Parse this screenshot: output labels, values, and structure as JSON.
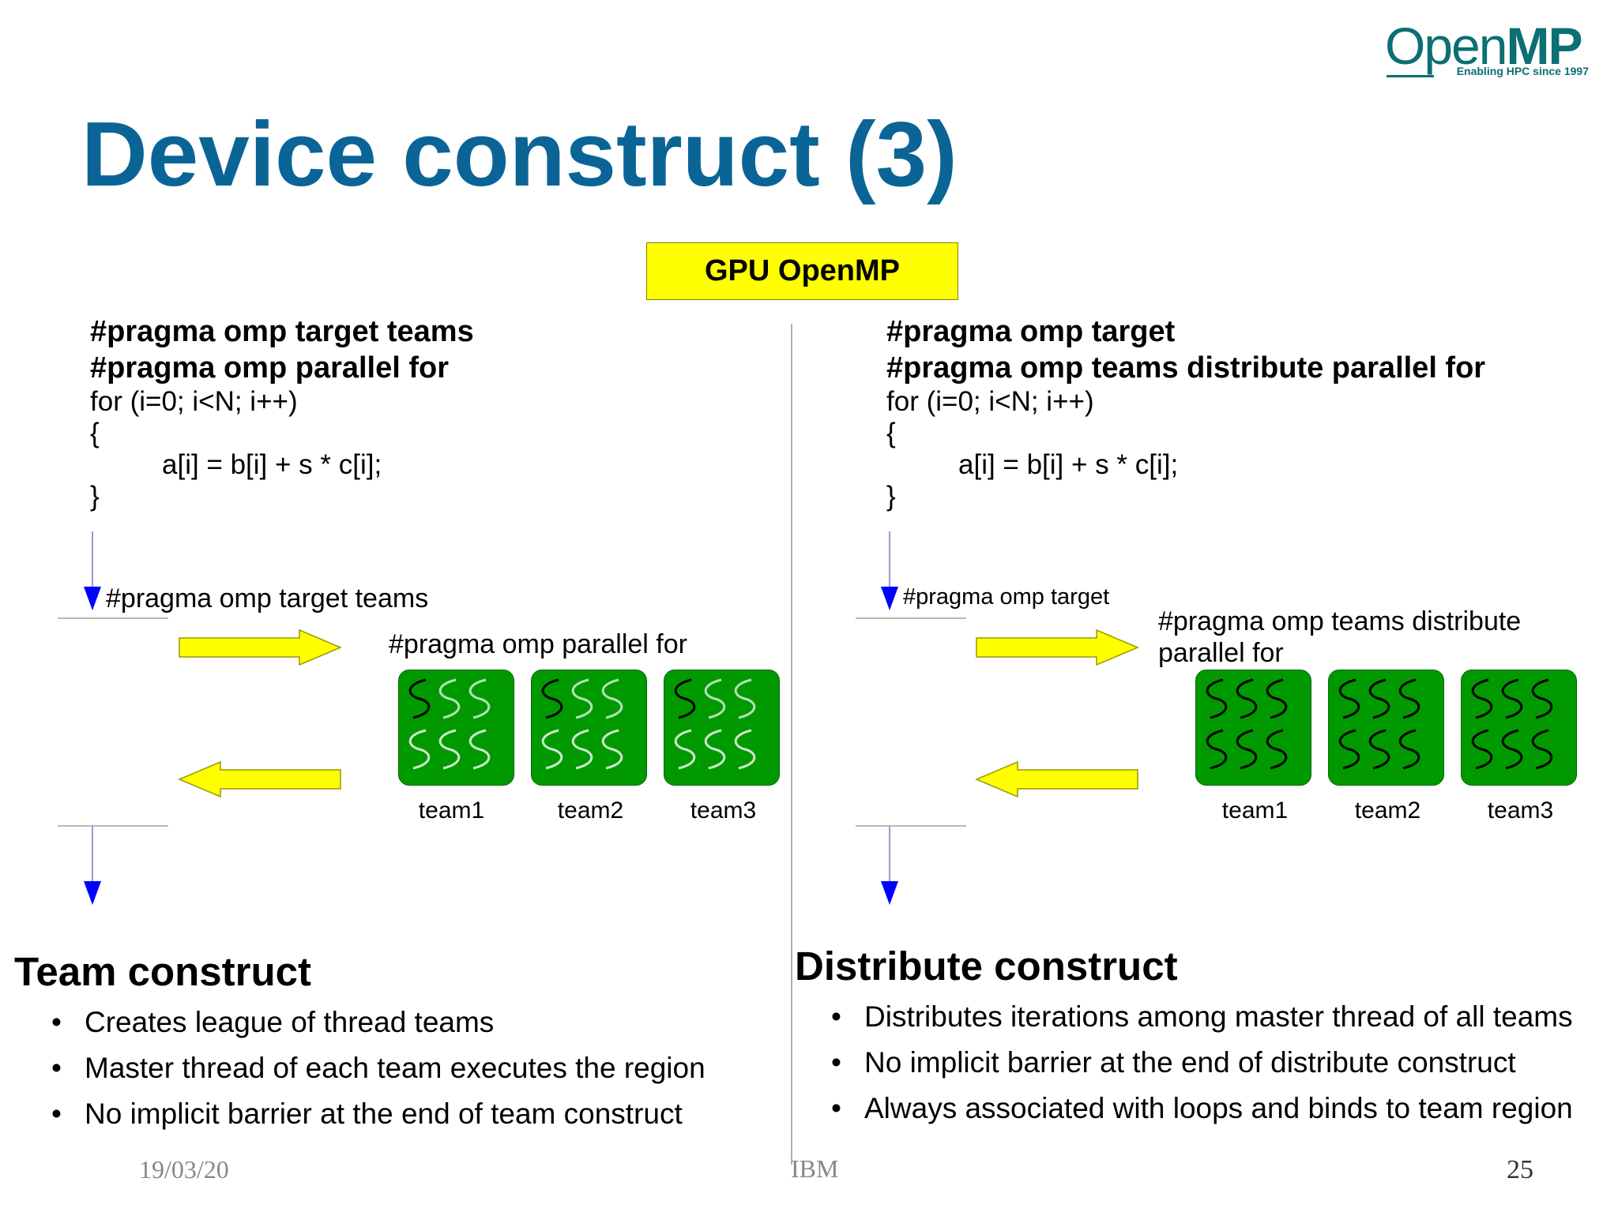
{
  "title": "Device construct (3)",
  "logo": {
    "main_open": "Open",
    "main_mp": "MP",
    "tagline": "Enabling HPC since 1997"
  },
  "gpu_label": "GPU OpenMP",
  "left": {
    "code": [
      "#pragma omp target teams",
      "#pragma omp parallel for",
      "for (i=0; i<N; i++)",
      "{",
      "a[i] = b[i] + s * c[i];",
      "}"
    ],
    "target_label": "#pragma omp target teams",
    "parallel_label": "#pragma omp parallel for",
    "teams": [
      "team1",
      "team2",
      "team3"
    ],
    "heading": "Team construct",
    "bullets": [
      "Creates league of thread teams",
      "Master thread of each team executes the region",
      "No implicit barrier at the end of team construct"
    ]
  },
  "right": {
    "code": [
      "#pragma omp target",
      "#pragma omp teams distribute parallel for",
      "for (i=0; i<N; i++)",
      "{",
      "a[i] = b[i] + s * c[i];",
      "}"
    ],
    "target_label": "#pragma omp target",
    "parallel_label_1": "#pragma omp teams distribute",
    "parallel_label_2": "parallel for",
    "teams": [
      "team1",
      "team2",
      "team3"
    ],
    "heading": "Distribute construct",
    "bullets": [
      "Distributes iterations among master thread of all teams",
      "No implicit barrier at the end of distribute construct",
      "Always associated with loops and binds to team region"
    ]
  },
  "footer": {
    "date": "19/03/20",
    "org": "IBM",
    "page": "25"
  },
  "colors": {
    "title": "#0a6596",
    "gpu_box": "#ffff00",
    "team_box": "#009900",
    "arrow": "#ffff00",
    "down_arrow": "#0000ff",
    "logo": "#0b6f73"
  }
}
